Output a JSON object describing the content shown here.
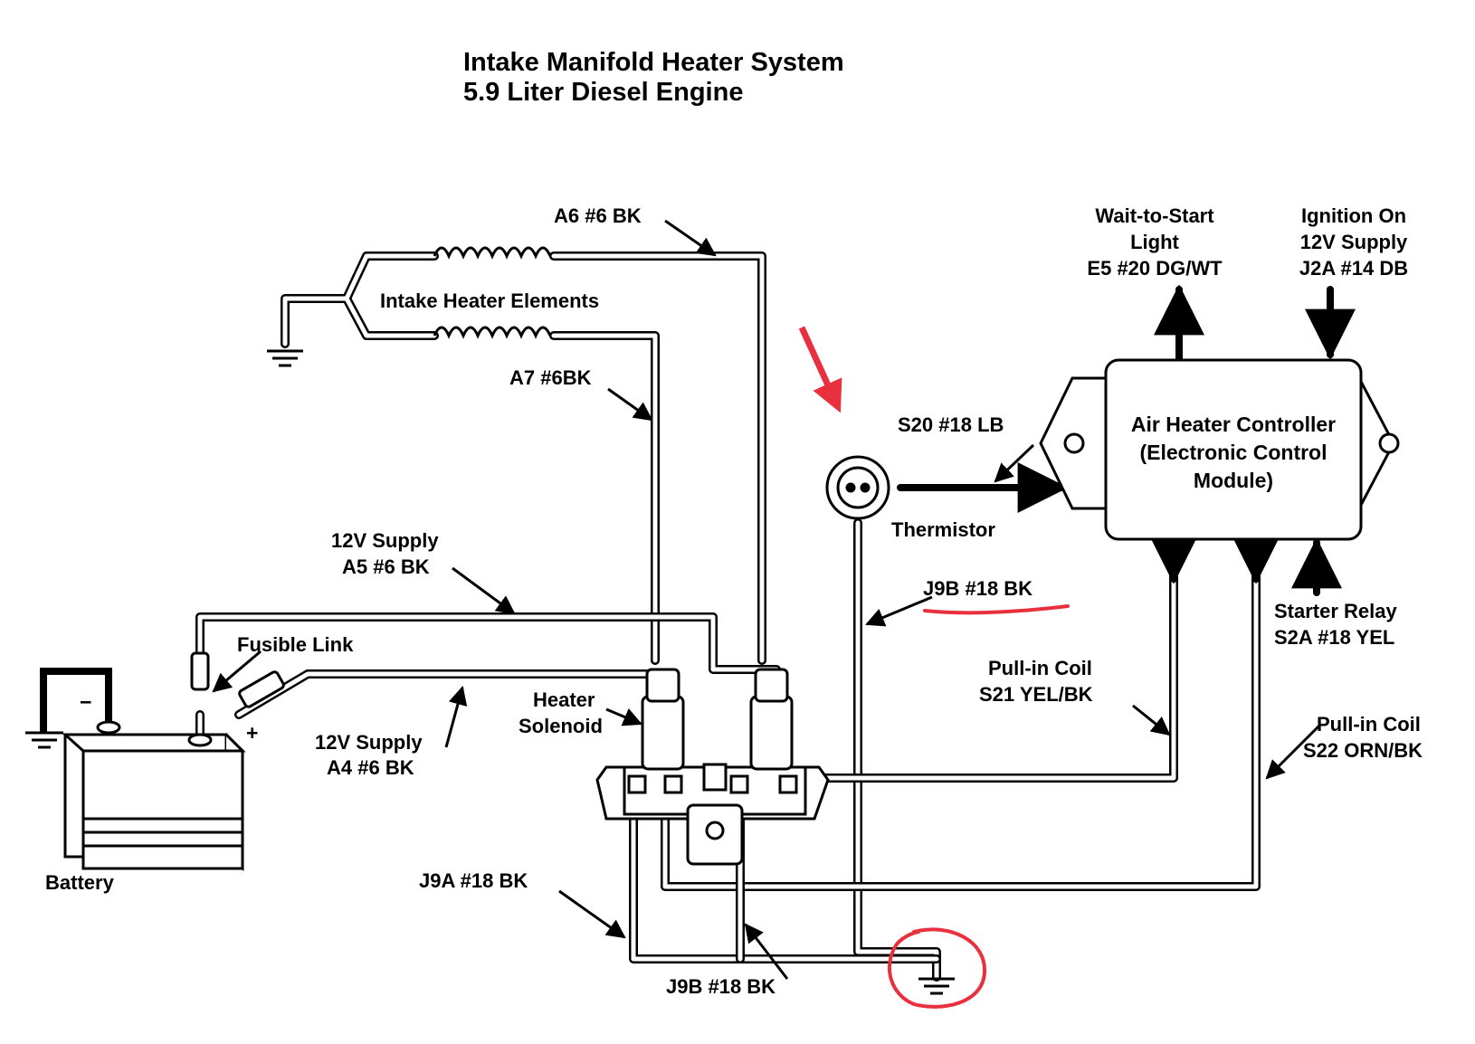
{
  "title": {
    "line1": "Intake Manifold Heater System",
    "line2": "5.9 Liter Diesel Engine"
  },
  "labels": {
    "a6": "A6 #6 BK",
    "intake_heater_elements": "Intake Heater Elements",
    "a7": "A7 #6BK",
    "supply_a5_line1": "12V Supply",
    "supply_a5_line2": "A5 #6 BK",
    "fusible_link": "Fusible Link",
    "supply_a4_line1": "12V Supply",
    "supply_a4_line2": "A4 #6 BK",
    "heater_solenoid_line1": "Heater",
    "heater_solenoid_line2": "Solenoid",
    "battery": "Battery",
    "battery_minus": "−",
    "battery_plus": "+",
    "j9a": "J9A #18 BK",
    "j9b_bottom": "J9B #18 BK",
    "j9b_mid": "J9B #18 BK",
    "thermistor": "Thermistor",
    "s20": "S20 #18 LB",
    "wait_light_line1": "Wait-to-Start",
    "wait_light_line2": "Light",
    "wait_light_line3": "E5 #20 DG/WT",
    "ignition_line1": "Ignition On",
    "ignition_line2": "12V Supply",
    "ignition_line3": "J2A #14 DB",
    "controller_line1": "Air Heater Controller",
    "controller_line2": "(Electronic Control",
    "controller_line3": "Module)",
    "starter_relay_line1": "Starter Relay",
    "starter_relay_line2": "S2A #18 YEL",
    "pullin_s21_line1": "Pull-in Coil",
    "pullin_s21_line2": "S21 YEL/BK",
    "pullin_s22_line1": "Pull-in Coil",
    "pullin_s22_line2": "S22 ORN/BK"
  },
  "colors": {
    "line": "#000000",
    "markup": "#e8303f",
    "background": "#ffffff"
  },
  "icons": {
    "ground": "ground-symbol-icon",
    "coil": "heater-coil-icon",
    "fuse": "fusible-link-icon",
    "thermistor": "thermistor-icon",
    "annotation_arrow": "red-arrow-icon",
    "annotation_circle": "red-circle-icon"
  }
}
